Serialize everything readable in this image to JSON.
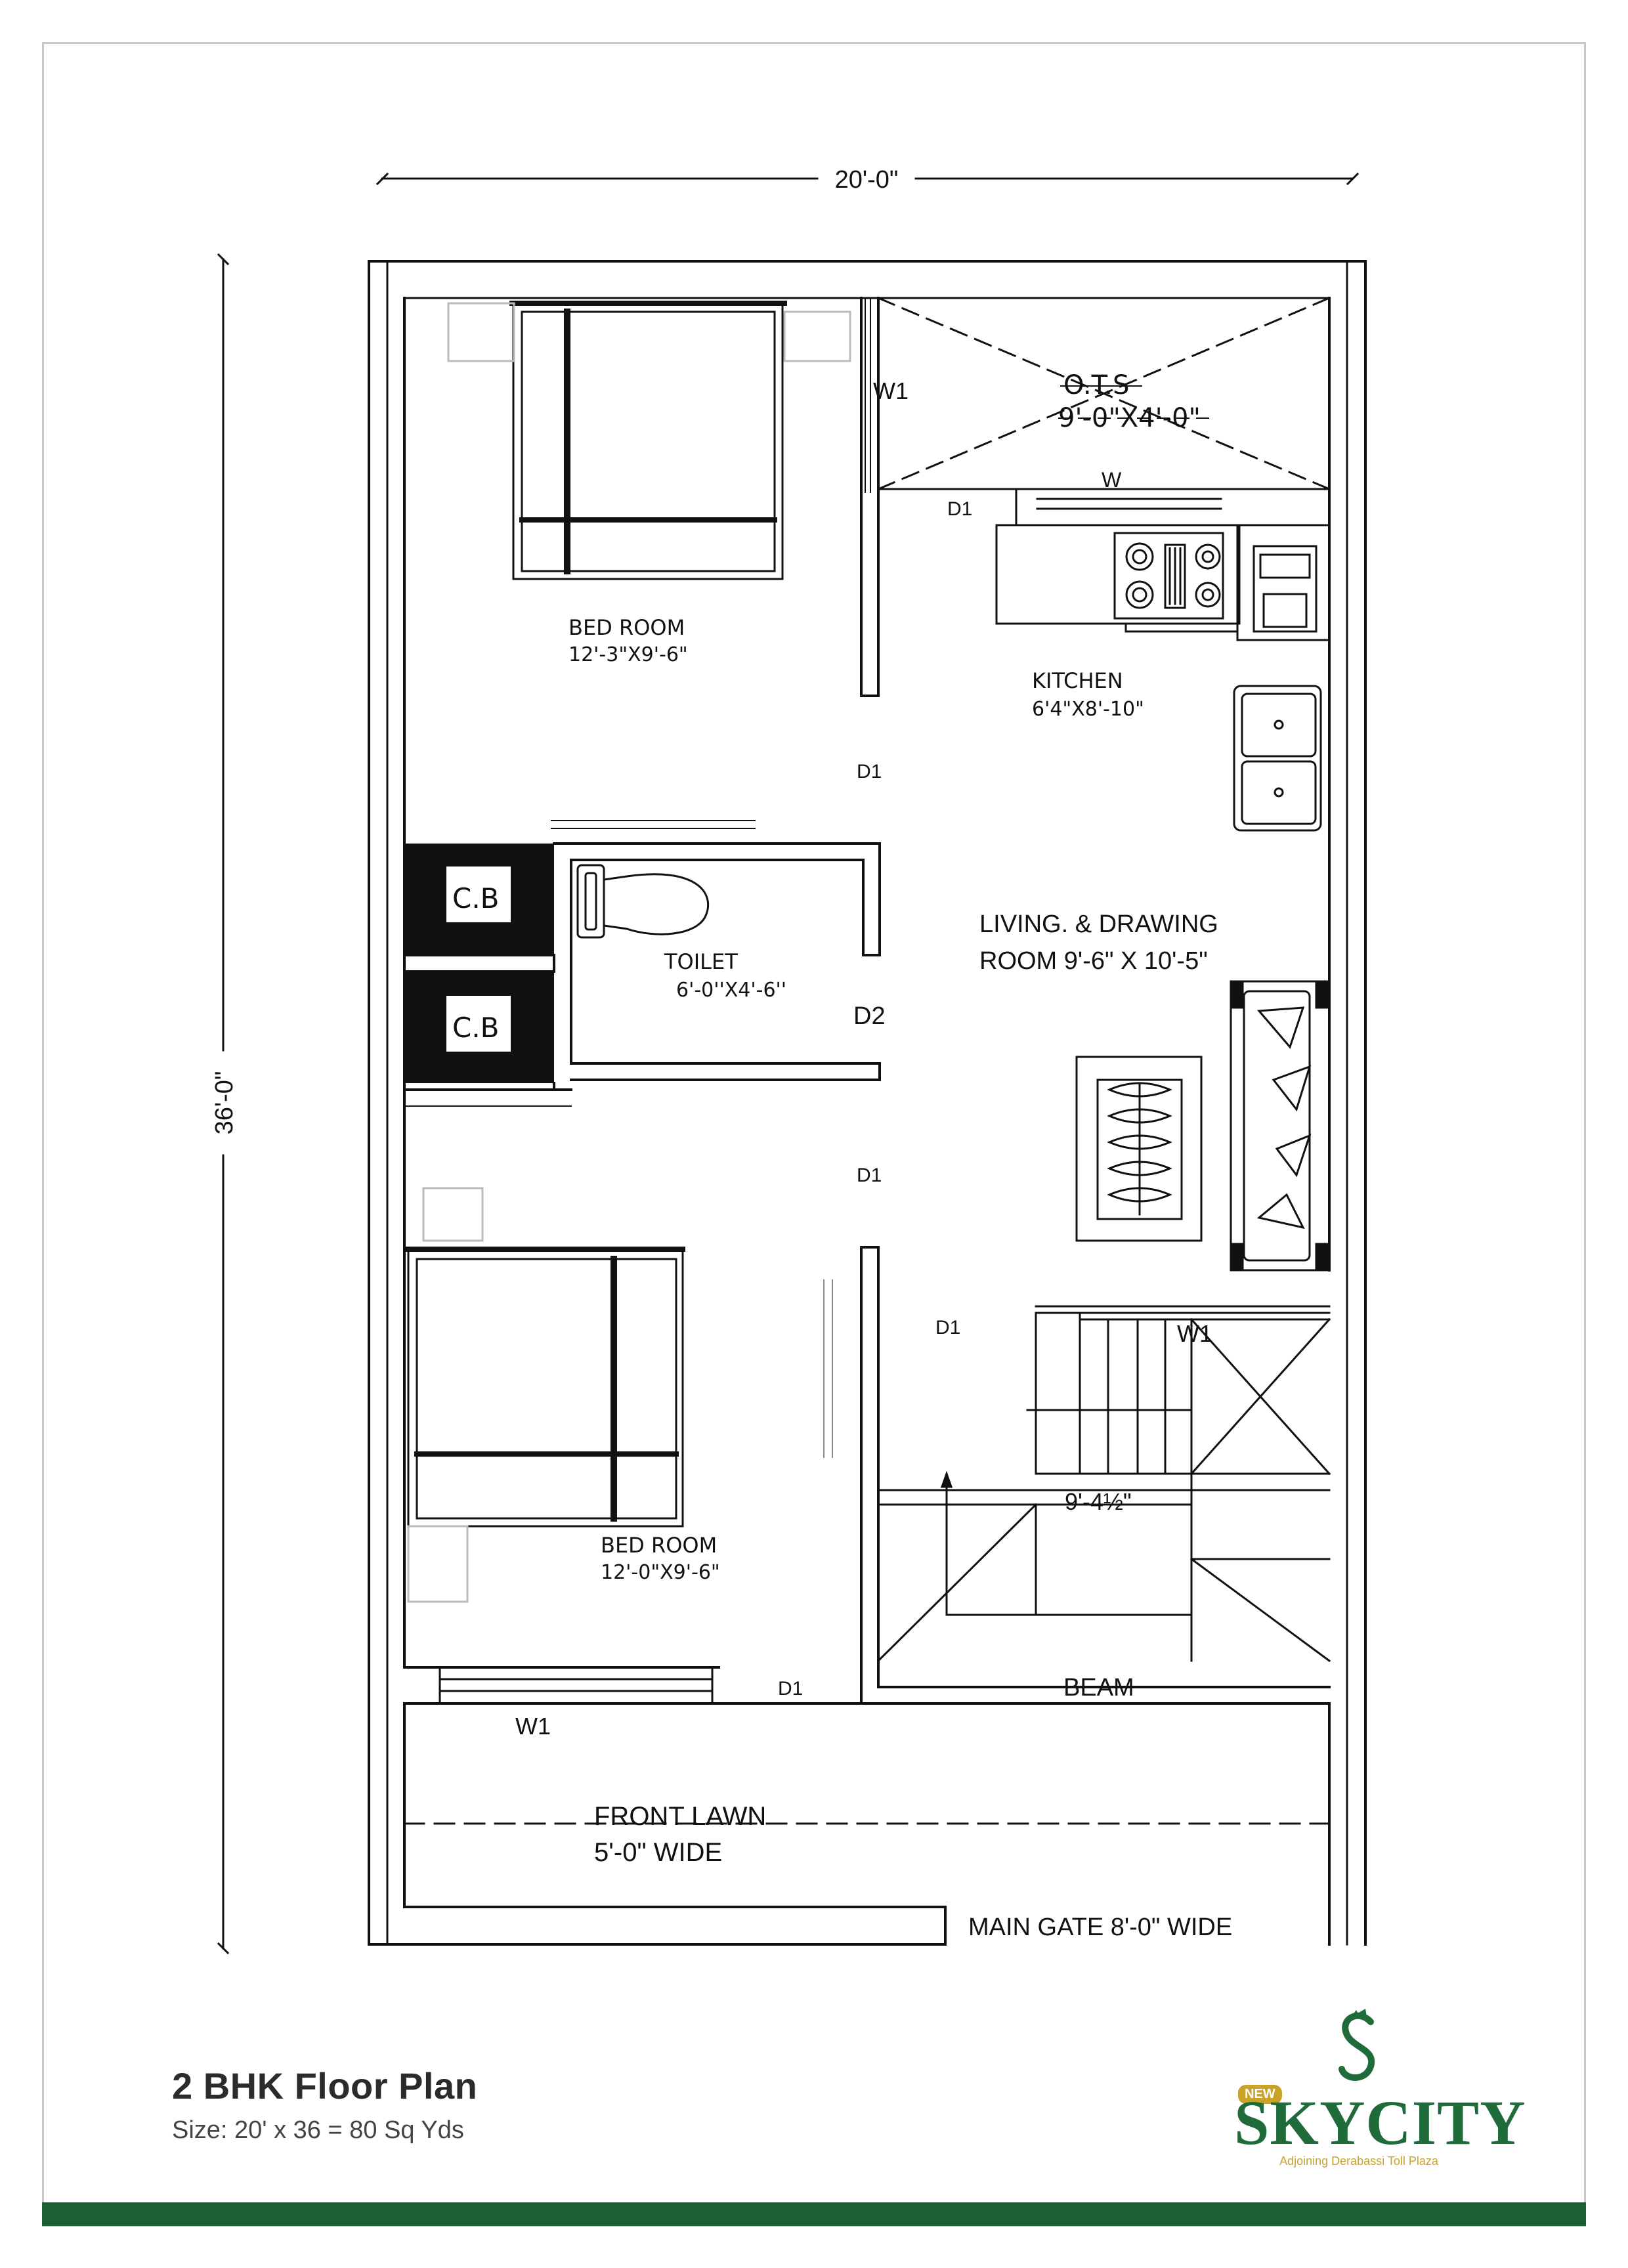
{
  "dimensions": {
    "width_label": "20'-0\"",
    "depth_label": "36'-0\""
  },
  "rooms": {
    "bedroom_top": {
      "name": "BED ROOM",
      "size": "12'-3\"X9'-6\""
    },
    "ots": {
      "name": "O.T.S",
      "size": "9'-0\"X4'-0\""
    },
    "kitchen": {
      "name": "KITCHEN",
      "size": "6'4\"X8'-10\""
    },
    "toilet": {
      "name": "TOILET",
      "size": "6'-0''X4'-6''"
    },
    "living": {
      "line1": "LIVING. & DRAWING",
      "line2": "ROOM  9'-6\" X 10'-5\""
    },
    "bedroom_bottom": {
      "name": "BED ROOM",
      "size": "12'-0\"X9'-6\""
    },
    "front_lawn": {
      "name": "FRONT LAWN",
      "size": "5'-0\" WIDE"
    },
    "stair_width": "9'-4½\"",
    "beam": "BEAM",
    "main_gate": "MAIN GATE 8'-0\" WIDE",
    "cupboards": [
      "C.B",
      "C.B"
    ]
  },
  "openings": {
    "w1_top": "W1",
    "w_kitchen": "W",
    "d1_kitchen": "D1",
    "d1_bedroom_top": "D1",
    "d2_toilet": "D2",
    "d1_bedroom_bottom": "D1",
    "d1_stair": "D1",
    "w1_stair": "W1",
    "d1_entry": "D1",
    "w1_front": "W1"
  },
  "title": {
    "main": "2 BHK Floor Plan",
    "sub": "Size: 20' x 36 = 80 Sq Yds"
  },
  "logo": {
    "badge": "NEW",
    "name": "SKYCITY",
    "tagline": "Adjoining Derabassi Toll Plaza"
  },
  "colors": {
    "brand_green": "#1f6b3a",
    "brand_gold": "#c9a227",
    "footer_bar": "#1d5e34",
    "line": "#111111"
  }
}
